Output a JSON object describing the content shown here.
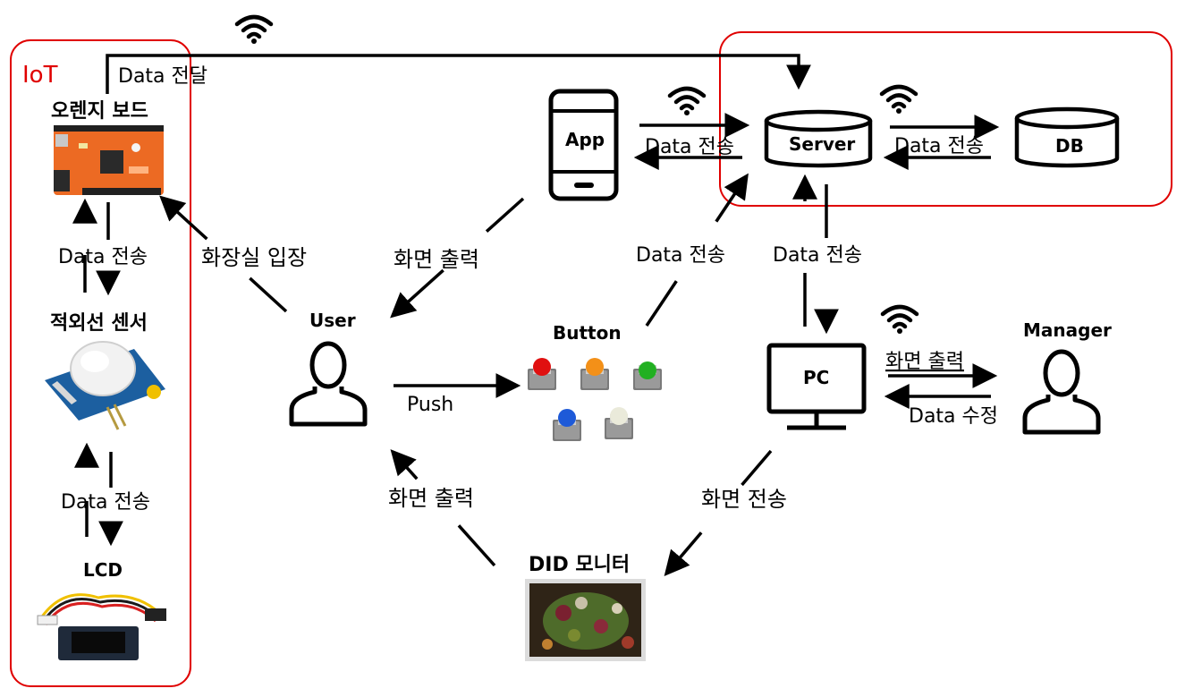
{
  "groups": {
    "iot": "IoT"
  },
  "nodes": {
    "orange_board": "오렌지 보드",
    "ir_sensor": "적외선 센서",
    "lcd": "LCD",
    "app": "App",
    "server": "Server",
    "db": "DB",
    "user": "User",
    "button": "Button",
    "pc": "PC",
    "manager": "Manager",
    "did_monitor": "DID 모니터"
  },
  "edges": {
    "data_deliver": "Data 전달",
    "board_sensor": "Data 전송",
    "sensor_lcd": "Data 전송",
    "user_board": "화장실 입장",
    "app_user": "화면 출력",
    "app_server": "Data 전송",
    "server_db": "Data 전송",
    "button_server": "Data 전송",
    "server_pc": "Data 전송",
    "user_button": "Push",
    "pc_manager": "화면 출력",
    "manager_pc": "Data 수정",
    "did_user": "화면 출력",
    "pc_did": "화면 전송"
  },
  "colors": {
    "group_border": "#e00000",
    "line": "#000000"
  },
  "icons": [
    "wifi-icon",
    "smartphone-icon",
    "database-icon",
    "person-icon",
    "monitor-icon",
    "push-button-icon",
    "board-photo",
    "sensor-photo",
    "lcd-photo",
    "food-photo"
  ]
}
